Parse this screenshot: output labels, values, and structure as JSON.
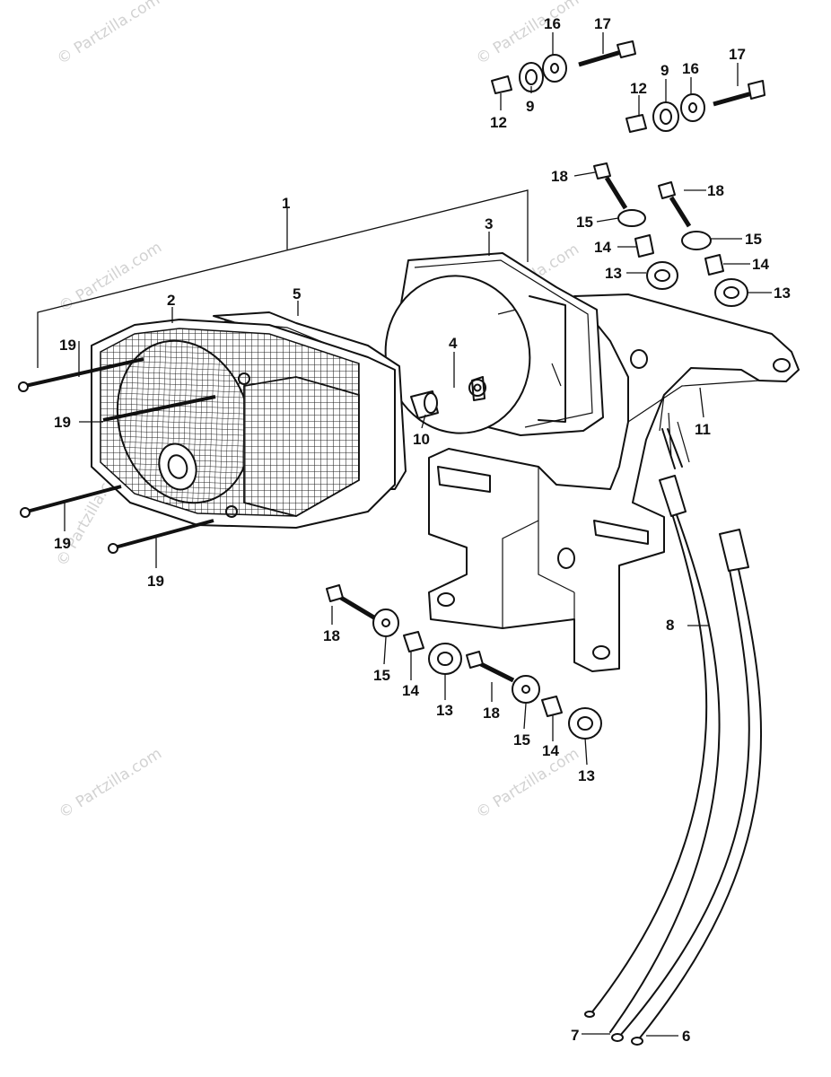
{
  "watermark": "© Partzilla.com",
  "callouts": {
    "c1": "1",
    "c2": "2",
    "c3": "3",
    "c4": "4",
    "c5": "5",
    "c6": "6",
    "c7": "7",
    "c8": "8",
    "c9a": "9",
    "c9b": "9",
    "c10": "10",
    "c11": "11",
    "c12a": "12",
    "c12b": "12",
    "c13a": "13",
    "c13b": "13",
    "c13c": "13",
    "c13d": "13",
    "c14a": "14",
    "c14b": "14",
    "c14c": "14",
    "c14d": "14",
    "c15a": "15",
    "c15b": "15",
    "c15c": "15",
    "c15d": "15",
    "c16a": "16",
    "c16b": "16",
    "c17a": "17",
    "c17b": "17",
    "c18a": "18",
    "c18b": "18",
    "c18c": "18",
    "c18d": "18",
    "c19a": "19",
    "c19b": "19",
    "c19c": "19",
    "c19d": "19"
  }
}
